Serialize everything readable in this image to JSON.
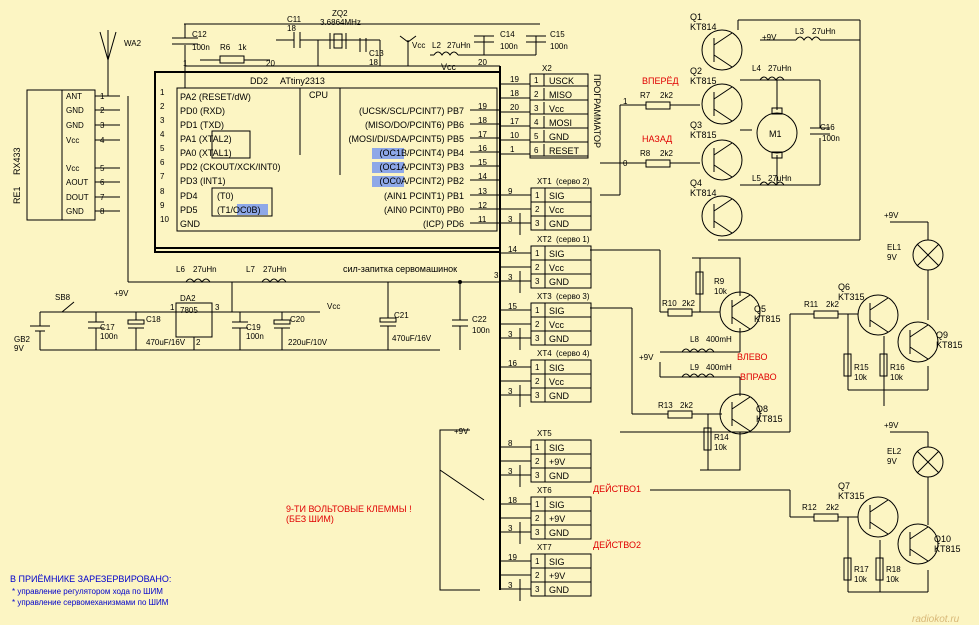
{
  "antenna": {
    "label": "WA2"
  },
  "receiver": {
    "ref": "RE1",
    "model": "RX433",
    "pins": [
      "ANT",
      "GND",
      "GND",
      "Vcc",
      "Vcc",
      "AOUT",
      "DOUT",
      "GND"
    ],
    "pin_numbers": [
      "1",
      "2",
      "3",
      "4",
      "5",
      "6",
      "7",
      "8"
    ]
  },
  "mcu": {
    "ref": "DD2",
    "model": "ATtiny2313",
    "cpu": "CPU",
    "left_pins": [
      "PA2 (RESET/dW)",
      "PD0 (RXD)",
      "PD1 (TXD)",
      "PA1 (XTAL2)",
      "PA0 (XTAL1)",
      "PD2 (CKOUT/XCK/INT0)",
      "PD3 (INT1)",
      "PD4",
      "PD5",
      "GND"
    ],
    "left_alt": [
      "(T0)",
      "(T1/OC0B)"
    ],
    "left_nums": [
      "1",
      "2",
      "3",
      "4",
      "5",
      "6",
      "7",
      "8",
      "9",
      "10"
    ],
    "right_pins": [
      "Vcc",
      "(UCSK/SCL/PCINT7) PB7",
      "(MISO/DO/PCINT6) PB6",
      "(MOSI/DI/SDA/PCINT5) PB5",
      "(OC1B/PCINT4) PB4",
      "(OC1A/PCINT3) PB3",
      "(OC0A/PCINT2) PB2",
      "(AIN1   PCINT1) PB1",
      "(AIN0   PCINT0) PB0",
      "(ICP) PD6"
    ],
    "right_nums": [
      "20",
      "19",
      "18",
      "17",
      "16",
      "15",
      "14",
      "13",
      "12",
      "11"
    ]
  },
  "crystal": {
    "ref": "ZQ2",
    "value": "3.6864MHz"
  },
  "caps": [
    {
      "ref": "C11",
      "value": "18"
    },
    {
      "ref": "C12",
      "value": "100n"
    },
    {
      "ref": "C13",
      "value": "18"
    },
    {
      "ref": "C14",
      "value": "100n"
    },
    {
      "ref": "C15",
      "value": "100n"
    },
    {
      "ref": "C16",
      "value": "100n"
    },
    {
      "ref": "C17",
      "value": "100n"
    },
    {
      "ref": "C18",
      "value": "470uF/16V"
    },
    {
      "ref": "C19",
      "value": "100n"
    },
    {
      "ref": "C20",
      "value": "220uF/10V"
    },
    {
      "ref": "C21",
      "value": "470uF/16V"
    },
    {
      "ref": "C22",
      "value": "100n"
    }
  ],
  "resistors": [
    {
      "ref": "R6",
      "value": "1k"
    },
    {
      "ref": "R7",
      "value": "2k2"
    },
    {
      "ref": "R8",
      "value": "2k2"
    },
    {
      "ref": "R9",
      "value": "10k"
    },
    {
      "ref": "R10",
      "value": "2k2"
    },
    {
      "ref": "R11",
      "value": "2k2"
    },
    {
      "ref": "R12",
      "value": "2k2"
    },
    {
      "ref": "R13",
      "value": "2k2"
    },
    {
      "ref": "R14",
      "value": "10k"
    },
    {
      "ref": "R15",
      "value": "10k"
    },
    {
      "ref": "R16",
      "value": "10k"
    },
    {
      "ref": "R17",
      "value": "10k"
    },
    {
      "ref": "R18",
      "value": "10k"
    }
  ],
  "inductors": [
    {
      "ref": "L2",
      "value": "27uHn"
    },
    {
      "ref": "L3",
      "value": "27uHn"
    },
    {
      "ref": "L4",
      "value": "27uHn"
    },
    {
      "ref": "L5",
      "value": "27uHn"
    },
    {
      "ref": "L6",
      "value": "27uHn"
    },
    {
      "ref": "L7",
      "value": "27uHn"
    },
    {
      "ref": "L8",
      "value": "400mH"
    },
    {
      "ref": "L9",
      "value": "400mH"
    }
  ],
  "transistors": [
    {
      "ref": "Q1",
      "model": "KT814"
    },
    {
      "ref": "Q2",
      "model": "KT815"
    },
    {
      "ref": "Q3",
      "model": "KT815"
    },
    {
      "ref": "Q4",
      "model": "KT814"
    },
    {
      "ref": "Q5",
      "model": "KT815"
    },
    {
      "ref": "Q6",
      "model": "KT315"
    },
    {
      "ref": "Q7",
      "model": "KT315"
    },
    {
      "ref": "Q8",
      "model": "KT815"
    },
    {
      "ref": "Q9",
      "model": "KT815"
    },
    {
      "ref": "Q10",
      "model": "KT815"
    }
  ],
  "motor": {
    "ref": "M1"
  },
  "lamps": [
    {
      "ref": "EL1",
      "value": "9V"
    },
    {
      "ref": "EL2",
      "value": "9V"
    }
  ],
  "regulator": {
    "ref": "DA2",
    "model": "7805",
    "pins": [
      "1",
      "2",
      "3"
    ]
  },
  "battery": {
    "ref": "GB2",
    "value": "9V"
  },
  "switch": {
    "ref": "SB8"
  },
  "prog_header": {
    "ref": "X2",
    "title": "ПРОГРАММАТОР",
    "labels": [
      "USCK",
      "MISO",
      "Vcc",
      "MOSI",
      "GND",
      "RESET"
    ],
    "nums": [
      "1",
      "2",
      "3",
      "4",
      "5",
      "6"
    ],
    "wire_nums": [
      "19",
      "18",
      "20",
      "17",
      "10",
      "1"
    ]
  },
  "connectors": [
    {
      "ref": "XT1",
      "title": "(серво 2)",
      "labels": [
        "SIG",
        "Vcc",
        "GND"
      ],
      "sig_wire": "9"
    },
    {
      "ref": "XT2",
      "title": "(серво 1)",
      "labels": [
        "SIG",
        "Vcc",
        "GND"
      ],
      "sig_wire": "14"
    },
    {
      "ref": "XT3",
      "title": "(серво 3)",
      "labels": [
        "SIG",
        "Vcc",
        "GND"
      ],
      "sig_wire": "15"
    },
    {
      "ref": "XT4",
      "title": "(серво 4)",
      "labels": [
        "SIG",
        "Vcc",
        "GND"
      ],
      "sig_wire": "16"
    },
    {
      "ref": "XT5",
      "title": "",
      "labels": [
        "SIG",
        "+9V",
        "GND"
      ],
      "sig_wire": "8"
    },
    {
      "ref": "XT6",
      "title": "",
      "labels": [
        "SIG",
        "+9V",
        "GND"
      ],
      "sig_wire": "18"
    },
    {
      "ref": "XT7",
      "title": "",
      "labels": [
        "SIG",
        "+9V",
        "GND"
      ],
      "sig_wire": "19"
    }
  ],
  "connector_pin_nums": [
    "1",
    "2",
    "3"
  ],
  "supply": {
    "vcc": "Vcc",
    "plus9": "+9V"
  },
  "texts": {
    "forward": "ВПЕРЁД",
    "back": "НАЗАД",
    "left": "ВЛЕВО",
    "right": "ВПРАВО",
    "action1": "ДЕЙСТВО1",
    "action2": "ДЕЙСТВО2",
    "servo_supply": "сил-запитка сервомашинок",
    "terminals_line1": "9-ТИ ВОЛЬТОВЫЕ КЛЕММЫ !",
    "terminals_line2": "(БЕЗ ШИМ)",
    "note_title": "В ПРИЁМНИКЕ ЗАРЕЗЕРВИРОВАНО:",
    "note_1": "* управление регулятором хода по ШИМ",
    "note_2": "* управление сервомеханизмами по ШИМ",
    "logo": "radiokot.ru",
    "one": "1",
    "zero": "0"
  },
  "colors": {
    "background": "#fcf5c3",
    "text_red": "#e00000",
    "text_blue": "#0000cc",
    "highlight": "#8ea8e8"
  }
}
